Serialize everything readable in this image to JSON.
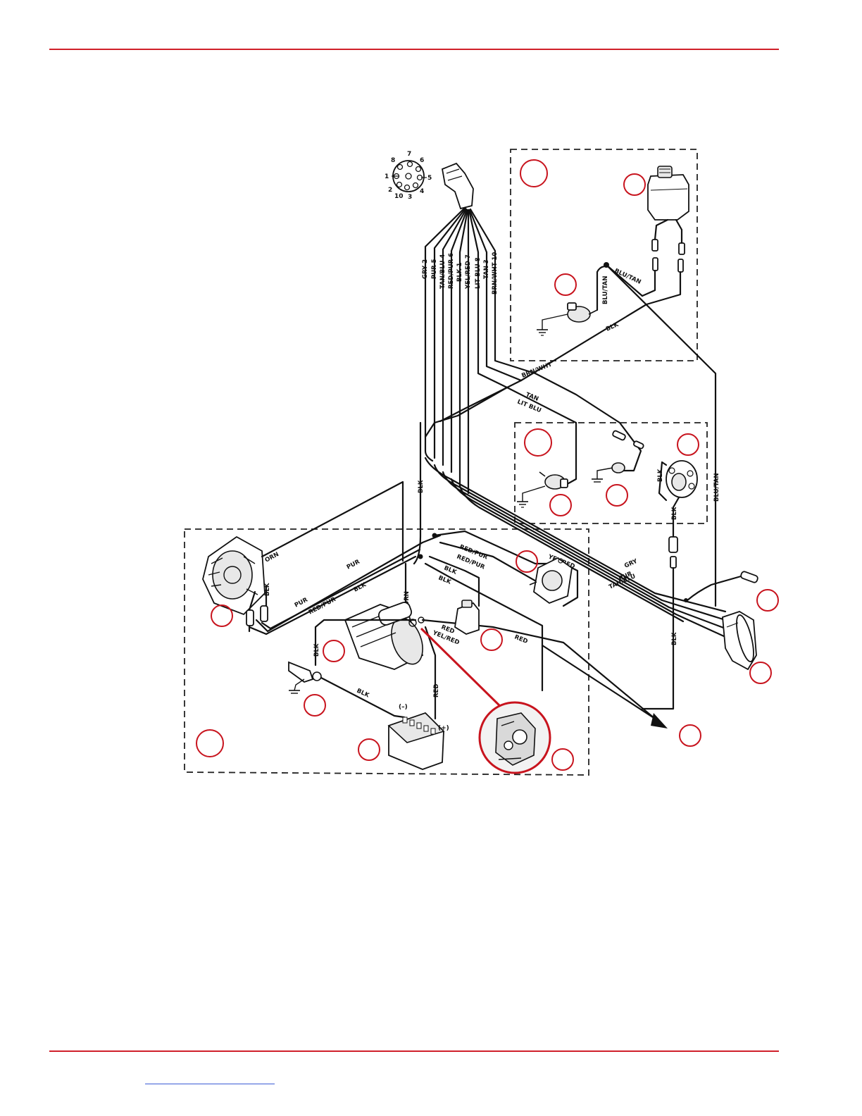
{
  "connector_pins": [
    "1",
    "2",
    "3",
    "4",
    "5",
    "6",
    "7",
    "8",
    "10"
  ],
  "harness_wires": [
    "GRY 2",
    "PUR 5",
    "TAN/BLU 4",
    "RED/PUR 6",
    "BLK 1",
    "YEL/RED 7",
    "LIT BLU 8",
    "TAN 3",
    "BRN/WHT 10"
  ],
  "wire_labels": {
    "blu_tan": "BLU/TAN",
    "blk": "BLK",
    "brn_wht": "BRN/WHT",
    "tan": "TAN",
    "lit_blu": "LIT BLU",
    "orn": "ORN",
    "pur": "PUR",
    "red_pur": "RED/PUR",
    "yel_red": "YEL/RED",
    "red": "RED",
    "gry": "GRY",
    "tan_blu": "TAN/BLU"
  },
  "battery_terminals": {
    "negative": "(–)",
    "positive": "(+)"
  },
  "colors": {
    "rule": "#d0202a",
    "callout": "#c8141e",
    "link": "#3b5bd6"
  }
}
